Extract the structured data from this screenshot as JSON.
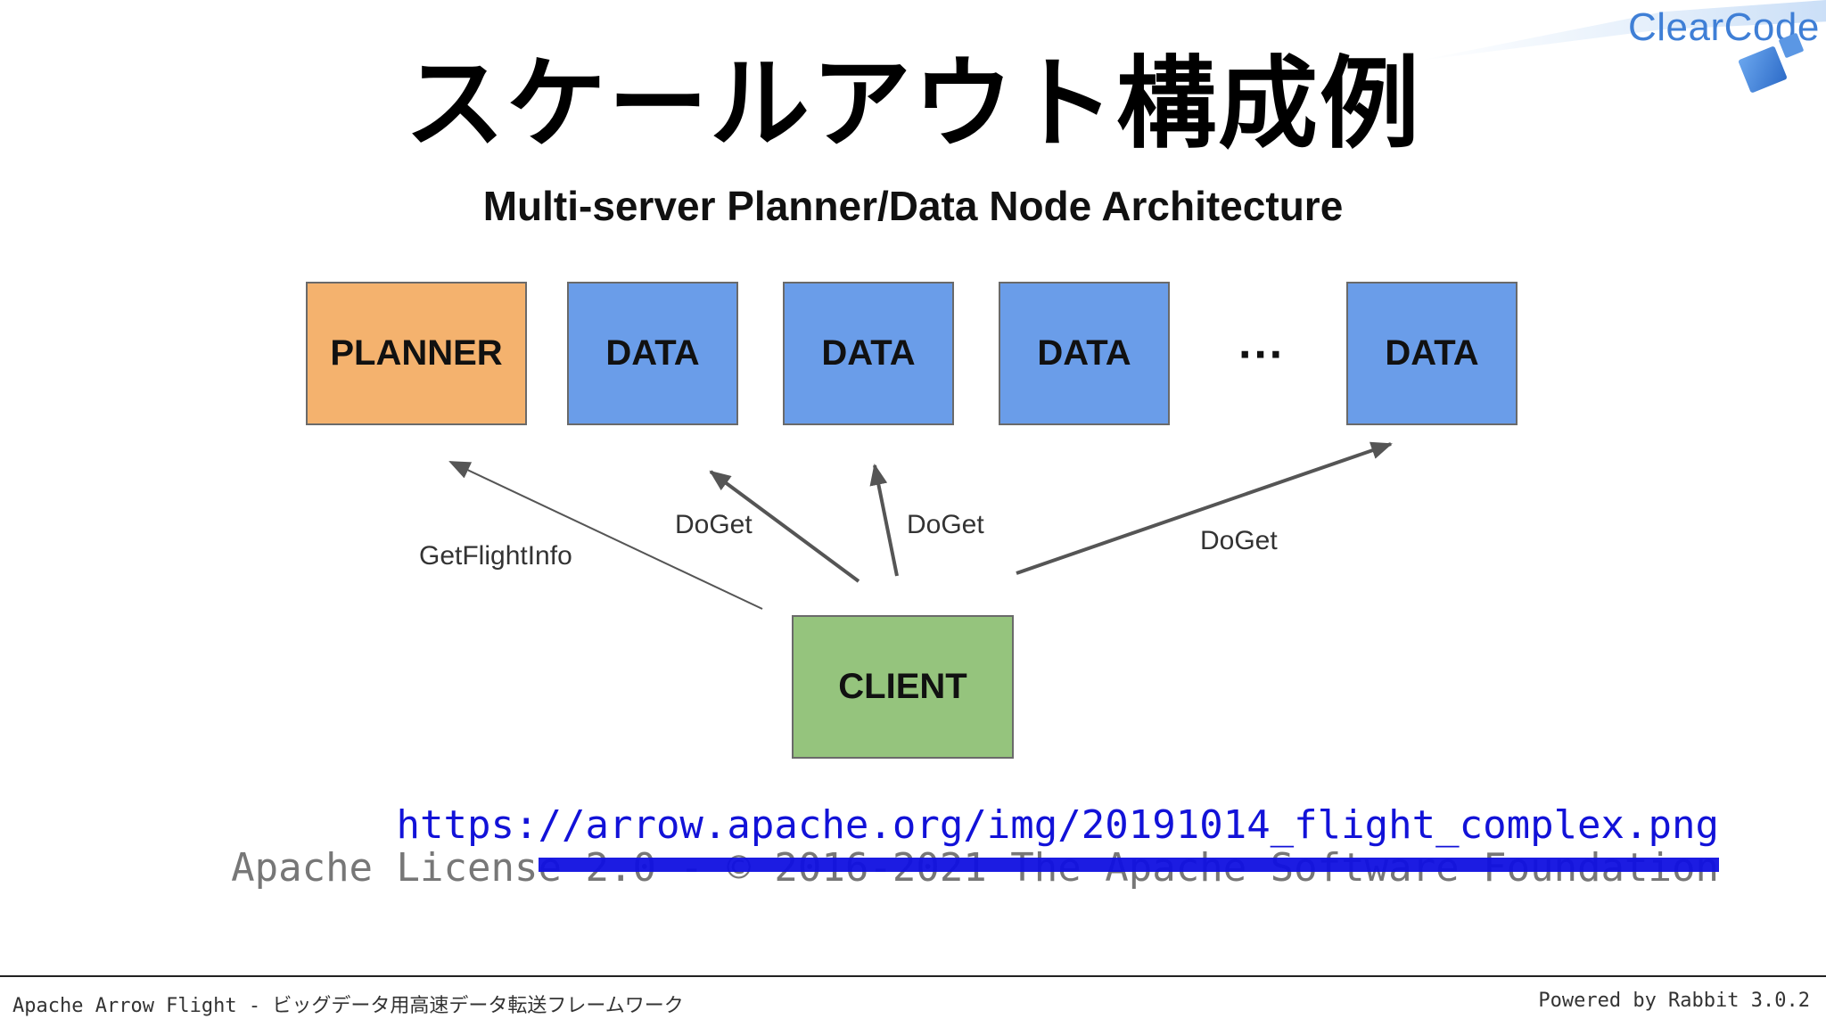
{
  "logo": {
    "text": "ClearCode"
  },
  "title": "スケールアウト構成例",
  "diagram": {
    "title": "Multi-server Planner/Data Node Architecture",
    "nodes": {
      "planner": "PLANNER",
      "data1": "DATA",
      "data2": "DATA",
      "data3": "DATA",
      "data4": "DATA",
      "ellipsis": "···",
      "client": "CLIENT"
    },
    "edges": {
      "getflightinfo": "GetFlightInfo",
      "doget1": "DoGet",
      "doget2": "DoGet",
      "doget3": "DoGet"
    },
    "colors": {
      "planner": "#f4b26e",
      "data": "#6a9de9",
      "client": "#95c47d"
    }
  },
  "credit": {
    "url": "https://arrow.apache.org/img/20191014_flight_complex.png",
    "license": "Apache License 2.0 - © 2016-2021 The Apache Software Foundation"
  },
  "footer": {
    "left": "Apache Arrow Flight - ビッグデータ用高速データ転送フレームワーク",
    "right": "Powered by Rabbit 3.0.2"
  }
}
